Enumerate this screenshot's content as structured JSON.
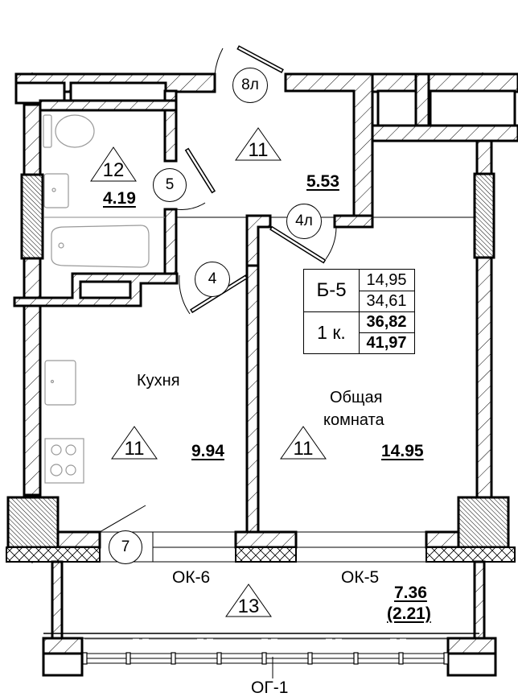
{
  "plan": {
    "apartment_type": "Б-5",
    "rooms_count_label": "1 к.",
    "areas_table": {
      "living_area": "14,95",
      "area_without_balcony": "34,61",
      "area_total": "36,82",
      "area_with_balcony": "41,97"
    },
    "rooms": [
      {
        "id": "bathroom",
        "label": "",
        "finish_code": "12",
        "area": "4.19"
      },
      {
        "id": "hallway",
        "label": "",
        "finish_code": "11",
        "area": "5.53"
      },
      {
        "id": "kitchen",
        "label": "Кухня",
        "finish_code": "11",
        "area": "9.94"
      },
      {
        "id": "living_room",
        "label_line1": "Общая",
        "label_line2": "комната",
        "finish_code": "11",
        "area": "14.95"
      },
      {
        "id": "balcony",
        "label": "",
        "finish_code": "13",
        "area": "7.36",
        "area_reduced": "(2.21)"
      }
    ],
    "doors": [
      {
        "id": "entrance",
        "mark": "8л"
      },
      {
        "id": "bathroom-door",
        "mark": "5"
      },
      {
        "id": "living-door",
        "mark": "4л"
      },
      {
        "id": "kitchen-door",
        "mark": "4"
      },
      {
        "id": "balcony-door",
        "mark": "7"
      }
    ],
    "windows": [
      {
        "id": "kitchen-window",
        "mark": "ОК-6"
      },
      {
        "id": "living-window",
        "mark": "ОК-5"
      }
    ],
    "bottom_label": "ОГ-1"
  }
}
